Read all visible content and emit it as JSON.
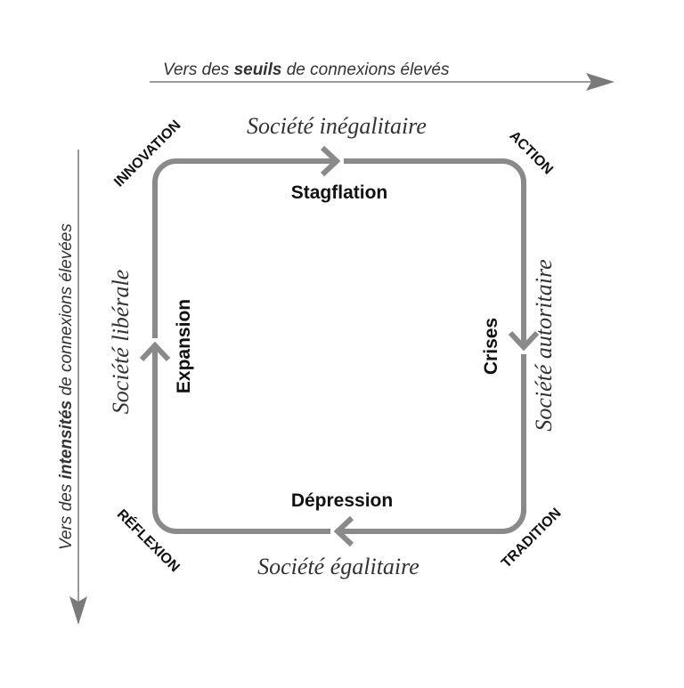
{
  "axes": {
    "top": {
      "before": "Vers des ",
      "emphasis": "seuils",
      "after": " de connexions élevés"
    },
    "left": {
      "before": "Vers des ",
      "emphasis": "intensités",
      "after": " de connexions élevées"
    }
  },
  "societies": {
    "top": "Société inégalitaire",
    "right": "Société autoritaire",
    "bottom": "Société égalitaire",
    "left": "Société libérale"
  },
  "phases": {
    "top": "Stagflation",
    "right": "Crises",
    "bottom": "Dépression",
    "left": "Expansion"
  },
  "corners": {
    "top_left": "INNOVATION",
    "top_right": "ACTION",
    "bottom_right": "TRADITION",
    "bottom_left": "RÉFLEXION"
  },
  "colors": {
    "cycle_stroke": "#8a8a8a",
    "axis_stroke": "#7a7a7a",
    "text": "#111111"
  }
}
